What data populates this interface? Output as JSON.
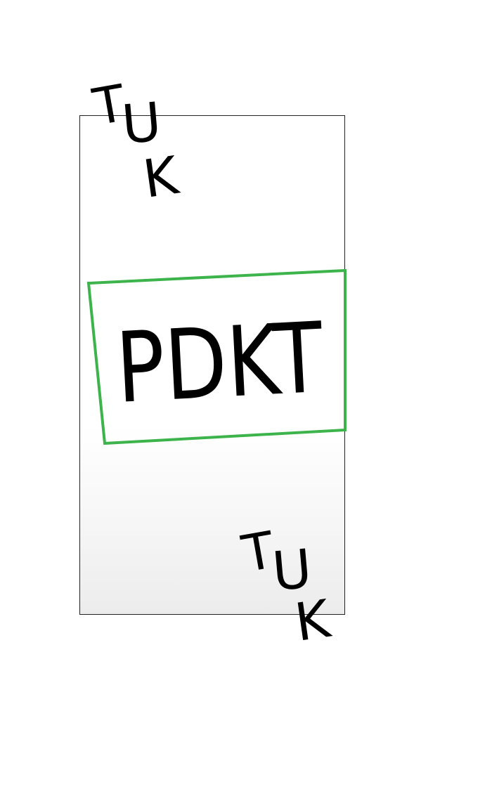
{
  "banner": {
    "text": "PDKT",
    "border_color": "#3cb44b",
    "text_color": "#000000"
  },
  "sfx_top": {
    "letters": [
      "T",
      "U",
      "K"
    ]
  },
  "sfx_bottom": {
    "letters": [
      "T",
      "U",
      "K"
    ]
  },
  "panel": {
    "border_color": "#222222"
  }
}
